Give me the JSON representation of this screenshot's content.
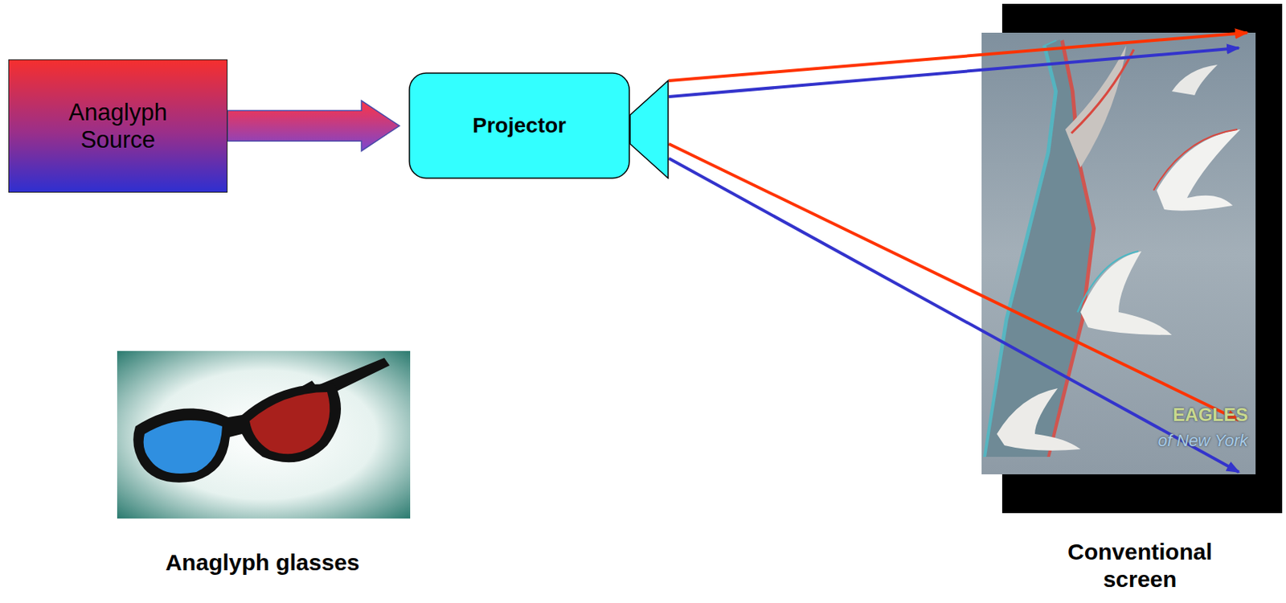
{
  "diagram": {
    "nodes": [
      {
        "text": [
          "Anaglyph Source"
        ]
      },
      {
        "text": [
          "Projector"
        ]
      },
      {
        "text": [
          "Conventional screen"
        ]
      }
    ],
    "edges": [
      {
        "from": 0,
        "to": 1,
        "arrow": "to"
      },
      {
        "from": 1,
        "to": 2,
        "arrow": "to"
      },
      {
        "from": 1,
        "to": 2,
        "arrow": "to"
      },
      {
        "from": 1,
        "to": 2,
        "arrow": "to"
      },
      {
        "from": 1,
        "to": 2,
        "arrow": "to"
      }
    ],
    "labels": [
      "EAGLES",
      "of New York",
      "Anaglyph glasses"
    ]
  }
}
